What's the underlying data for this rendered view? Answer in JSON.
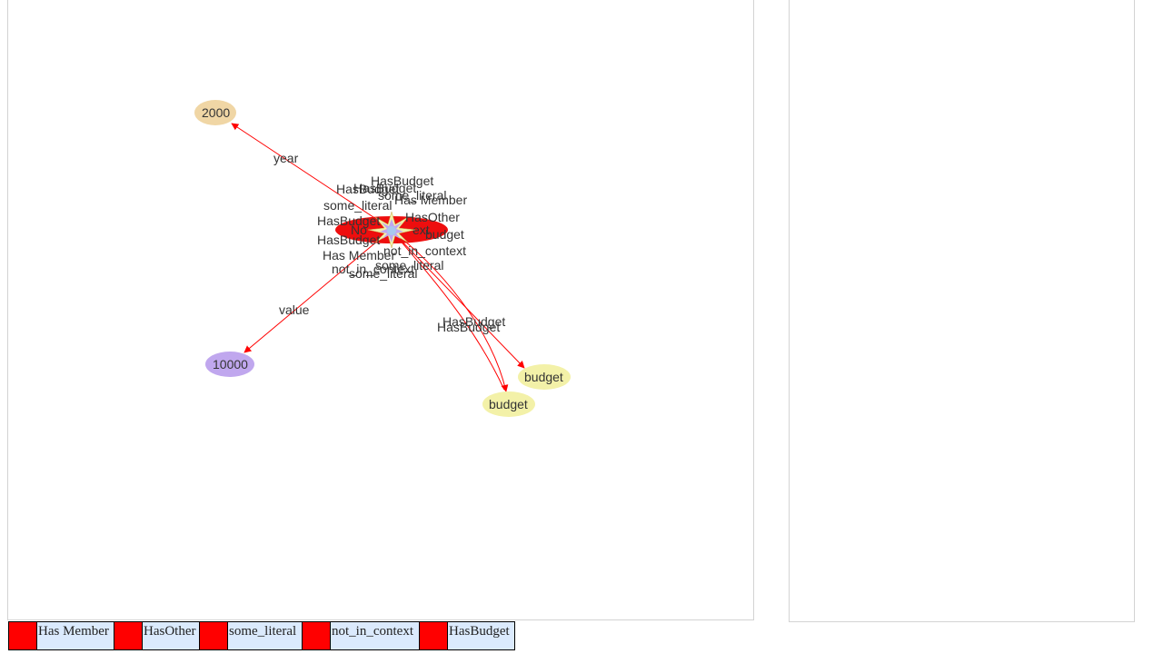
{
  "colors": {
    "edge": "#ff0000",
    "central_node": "#ee0e0e",
    "node_2000": "#f0d6a5",
    "node_10000": "#c0a7ee",
    "node_budget": "#f3f1a8",
    "legend_swatch": "#ff0000",
    "legend_label_bg": "#dbeafd"
  },
  "graph": {
    "nodes": {
      "year_value": "2000",
      "value_value": "10000",
      "budget_a": "budget",
      "budget_b": "budget",
      "central_partial": "No",
      "central_partial_2": "ext"
    },
    "edge_labels": {
      "year": "year",
      "value": "value",
      "hasbudget_1": "HasBudget",
      "hasbudget_2": "HasBudget",
      "cluster": [
        "HasBudget",
        "HasBudget",
        "some_literal",
        "some_literal",
        "Has Member",
        "HasOther",
        "HasBudget",
        "HasBudget",
        "budget",
        "HasBudget",
        "not_in_context",
        "Has Member",
        "some_literal",
        "not_in_context",
        "some_literal"
      ]
    }
  },
  "legend": [
    {
      "label": "Has Member",
      "icon": "red-swatch"
    },
    {
      "label": "HasOther",
      "icon": "red-swatch"
    },
    {
      "label": "some_literal",
      "icon": "red-swatch"
    },
    {
      "label": "not_in_context",
      "icon": "red-swatch"
    },
    {
      "label": "HasBudget",
      "icon": "red-swatch"
    }
  ]
}
